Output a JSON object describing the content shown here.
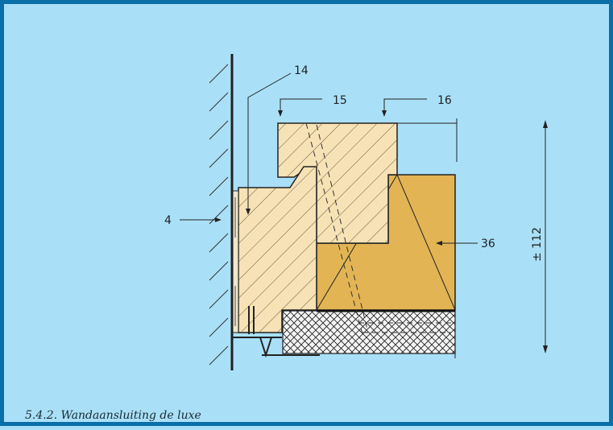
{
  "caption": "5.4.2. Wandaansluiting de luxe",
  "labels": {
    "l4": "4",
    "l14": "14",
    "l15": "15",
    "l16": "16",
    "l36": "36",
    "dimension": "± 112"
  },
  "colors": {
    "frame_border": "#0a6ea8",
    "background": "#a9e0f8",
    "light_wood": "#f7e2b6",
    "dark_wood": "#e2b454",
    "line": "#222222"
  }
}
